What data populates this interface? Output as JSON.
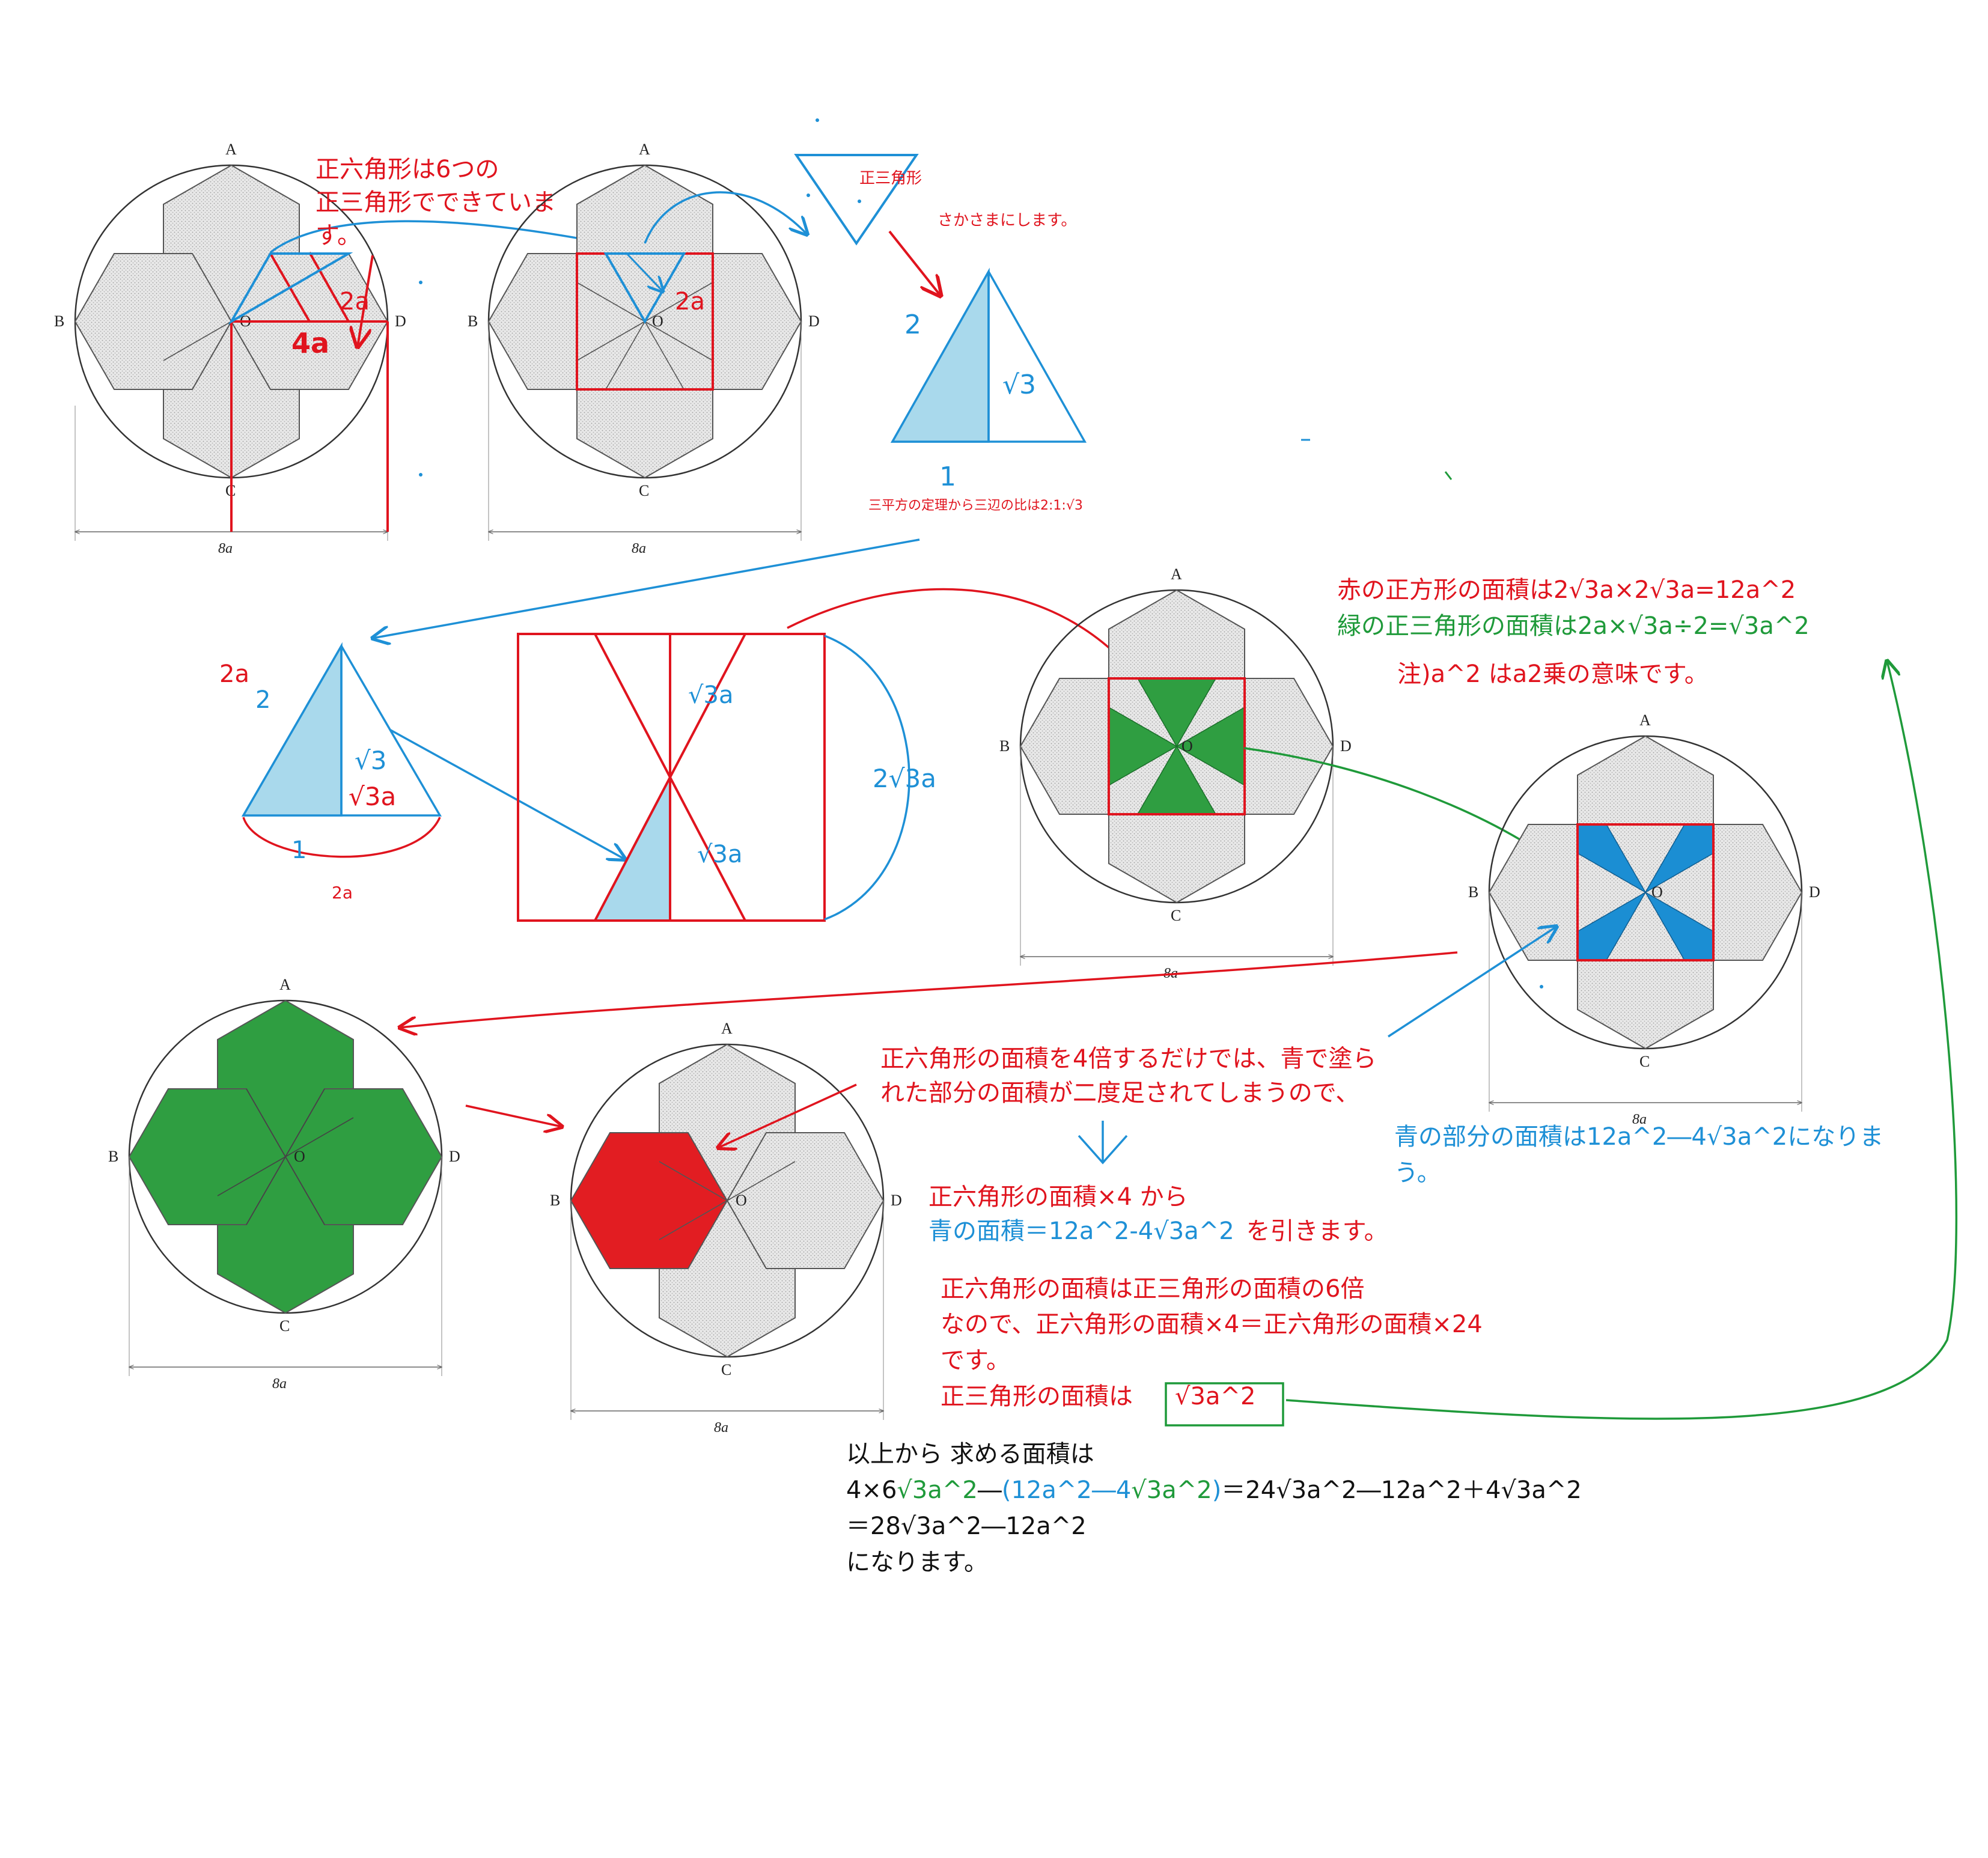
{
  "colors": {
    "red": "#e0141e",
    "blue": "#1e90d6",
    "green": "#1f9a3a",
    "light_blue_fill": "#a9d9ec",
    "hex_gray": "#e4e4e4",
    "green_fill": "#2f9e41",
    "red_fill": "#e21d22",
    "blue_fill": "#1b8ed3"
  },
  "points": {
    "A": "A",
    "B": "B",
    "C": "C",
    "D": "D",
    "O": "O"
  },
  "dimension": "8a",
  "annotations": {
    "hex_six_tri_l1": "正六角形は6つの",
    "hex_six_tri_l2": "正三角形でできていま",
    "hex_six_tri_l3": "す。",
    "fig1_2a": "2a",
    "fig1_4a": "4a",
    "fig2_2a": "2a",
    "eq_tri_label": "正三角形",
    "flip_note": "さかさまにします。",
    "tri_side_2": "2",
    "tri_side_root3": "√3",
    "tri_side_1": "1",
    "pythag_note": "三平方の定理から三辺の比は2:1:√3",
    "tri2_2a": "2a",
    "tri2_2": "2",
    "tri2_root3": "√3",
    "tri2_root3a": "√3a",
    "tri2_1": "1",
    "tri2_2a_bottom": "2a",
    "sq_root3a_top": "√3a",
    "sq_root3a_bottom": "√3a",
    "sq_2root3a": "2√3a",
    "red_square_area": "赤の正方形の面積は2√3a×2√3a=12a^2",
    "green_tri_area": "緑の正三角形の面積は2a×√3a÷2=√3a^2",
    "note_a2": "注)a^2 はa2乗の意味です。",
    "double_count_l1": "正六角形の面積を4倍するだけでは、青で塗ら",
    "double_count_l2": "れた部分の面積が二度足されてしまうので、",
    "blue_area_l1": "青の部分の面積は12a^2―4√3a^2になりま",
    "blue_area_l2": "う。",
    "sub_l1": "正六角形の面積×4 から",
    "sub_l2a": "青の面積＝",
    "sub_l2b": "12a^2-4√3a^2",
    "sub_l2c": "を引きます。",
    "hex6_l1": "正六角形の面積は正三角形の面積の6倍",
    "hex6_l2": "なので、正六角形の面積×4＝正六角形の面積×24",
    "hex6_l3": "です。",
    "tri_area_prefix": "正三角形の面積は",
    "tri_area_box": "√3a^2",
    "concl_l1": "以上から 求める面積は",
    "concl_l2a": "4×6",
    "concl_l2b": "√3a^2",
    "concl_l2c": "―",
    "concl_l2d": "(12a^2―4",
    "concl_l2e": "√3a^2",
    "concl_l2f": ")",
    "concl_l2g": "＝24√3a^2―12a^2＋4√3a^2",
    "concl_l3": "＝28√3a^2―12a^2",
    "concl_l4": "になります。"
  }
}
